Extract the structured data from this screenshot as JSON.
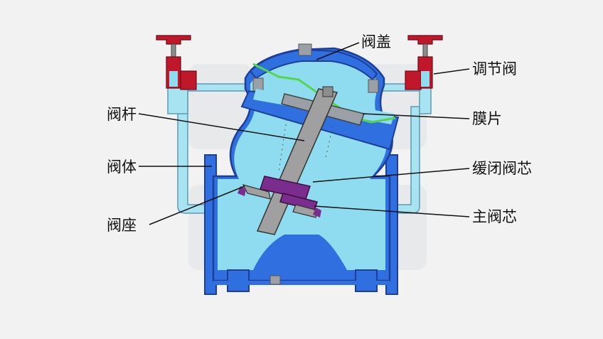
{
  "labels": {
    "bonnet": "阀盖",
    "regulating_valve": "调节阀",
    "stem": "阀杆",
    "diaphragm": "膜片",
    "body": "阀体",
    "slow_closing_disc": "缓闭阀芯",
    "seat": "阀座",
    "main_disc": "主阀芯"
  },
  "colors": {
    "background": "#f2f2f2",
    "body_blue": "#2f6fe0",
    "body_outline": "#1d3f9a",
    "water": "#8fdcf0",
    "pipe": "#a8e3f2",
    "stem_grey": "#a0a0a0",
    "disc_purple": "#7b2d8e",
    "handwheel_red": "#c0172b",
    "diaphragm_green": "#55d648",
    "leader_line": "#111111"
  }
}
